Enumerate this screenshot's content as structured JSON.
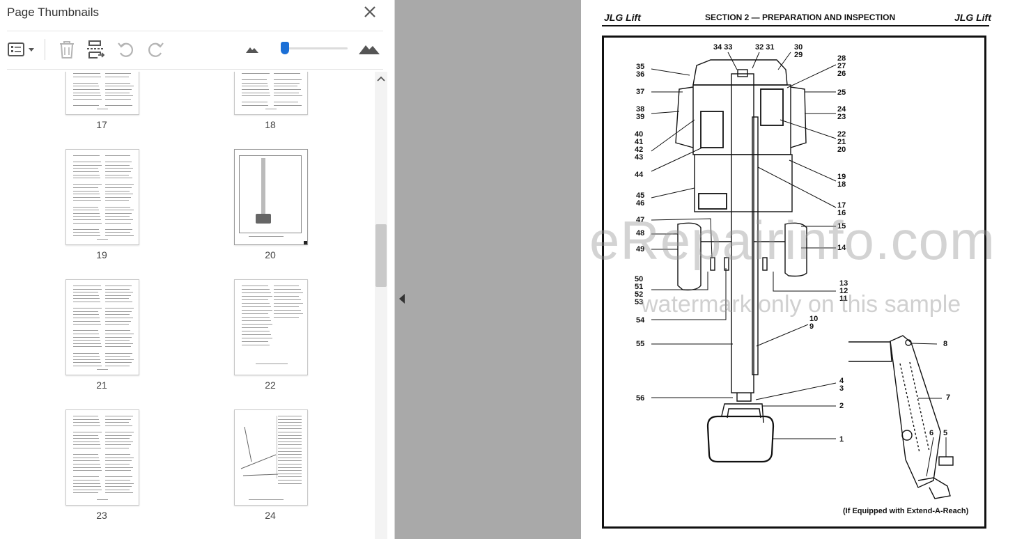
{
  "panel": {
    "title": "Page Thumbnails",
    "icons": {
      "close": "close-icon",
      "options": "list-options-icon",
      "delete": "trash-icon",
      "extract": "extract-pages-icon",
      "rotate_ccw": "rotate-counterclockwise-icon",
      "rotate_cw": "rotate-clockwise-icon",
      "zoom_small": "mountain-small-icon",
      "zoom_large": "mountain-large-icon"
    },
    "thumbnail_size": 0.05,
    "pages": [
      "17",
      "18",
      "19",
      "20",
      "21",
      "22",
      "23",
      "24"
    ],
    "selected_page": "20"
  },
  "document": {
    "header_left": "JLG Lift",
    "header_center": "SECTION 2 — PREPARATION AND INSPECTION",
    "header_right": "JLG Lift",
    "callouts": {
      "c34_33": "34 33",
      "c32_31": "32 31",
      "c30_29": "30\n29",
      "c28_26": "28\n27\n26",
      "c35_36": "35\n36",
      "c37": "37",
      "c25": "25",
      "c38_39": "38\n39",
      "c24_23": "24\n23",
      "c40_43": "40\n41\n42\n43",
      "c22_20": "22\n21\n20",
      "c44": "44",
      "c19_18": "19\n18",
      "c45_46": "45\n46",
      "c17_16": "17\n16",
      "c47": "47",
      "c15": "15",
      "c48": "48",
      "c49": "49",
      "c14": "14",
      "c50_53": "50\n51\n52\n53",
      "c13_11": "13\n12\n11",
      "c54": "54",
      "c10_9": "10\n9",
      "c55": "55",
      "c8": "8",
      "c4_3": "4\n3",
      "c56": "56",
      "c7": "7",
      "c2": "2",
      "c6": "6",
      "c5": "5",
      "c1": "1"
    },
    "caption": "(If Equipped with Extend-A-Reach)",
    "watermark_main": "eRepairinfo.com",
    "watermark_sub": "watermark only on this sample"
  }
}
